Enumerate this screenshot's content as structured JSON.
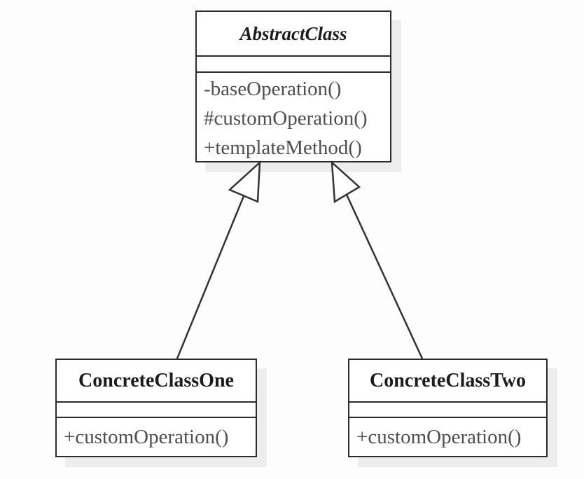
{
  "diagram": {
    "type": "uml-class-diagram",
    "pattern": "Template Method",
    "classes": [
      {
        "id": "abstract-class",
        "name": "AbstractClass",
        "stereotype": "abstract",
        "attributes": [],
        "methods": [
          "-baseOperation()",
          "#customOperation()",
          "+templateMethod()"
        ]
      },
      {
        "id": "concrete-class-one",
        "name": "ConcreteClassOne",
        "stereotype": "concrete",
        "attributes": [],
        "methods": [
          "+customOperation()"
        ]
      },
      {
        "id": "concrete-class-two",
        "name": "ConcreteClassTwo",
        "stereotype": "concrete",
        "attributes": [],
        "methods": [
          "+customOperation()"
        ]
      }
    ],
    "relationships": [
      {
        "from": "ConcreteClassOne",
        "to": "AbstractClass",
        "type": "generalization",
        "arrowhead": "hollow-triangle"
      },
      {
        "from": "ConcreteClassTwo",
        "to": "AbstractClass",
        "type": "generalization",
        "arrowhead": "hollow-triangle"
      }
    ],
    "colors": {
      "background": "#fdfdfd",
      "box_fill": "#ffffff",
      "border": "#2b2b2b",
      "line": "#333333",
      "title_text": "#1c1c1c",
      "method_text": "#4f4f4f",
      "shadow": "#ededed"
    }
  }
}
